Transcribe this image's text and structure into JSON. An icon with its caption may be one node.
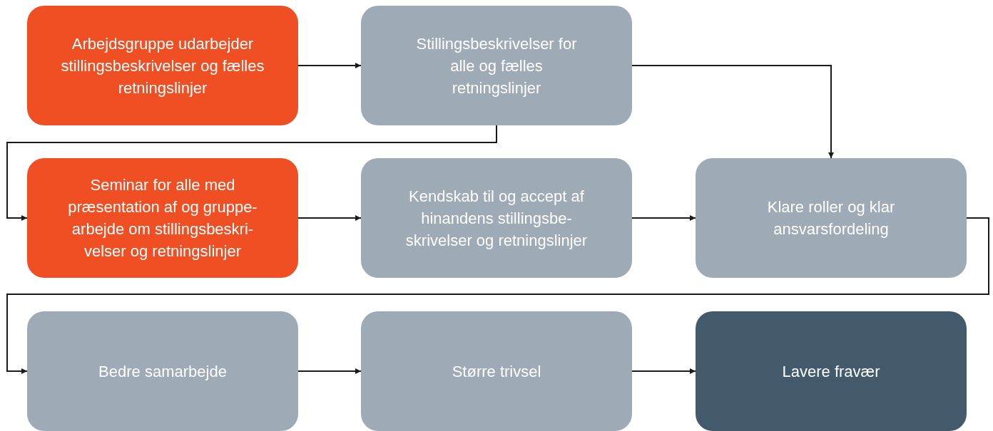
{
  "diagram": {
    "nodes": [
      {
        "text": [
          "Arbejdsgruppe udarbejder stillingsbeskrivelser og fælles retningslinjer"
        ]
      },
      {
        "text": [
          "Stillingsbeskrivelser for alle og fælles retningslinjer"
        ]
      },
      {
        "text": [
          "Seminar for alle med præsentation af og gruppe- arbejde om stillingsbeskri- velser og retningslinjer"
        ]
      },
      {
        "text": [
          "Kendskab til og accept af hinandens stillingsbe- skrivelser og retningslinjer"
        ]
      },
      {
        "text": [
          "Klare roller og klar ansvarsfordeling"
        ]
      },
      {
        "text": [
          "Bedre samarbejde"
        ]
      },
      {
        "text": [
          "Større trivsel"
        ]
      },
      {
        "text": [
          "Lavere fravær"
        ]
      }
    ],
    "edges": [
      {
        "from": 0,
        "to": 1,
        "arrow": "to"
      },
      {
        "from": 1,
        "to": 4,
        "arrow": "to"
      },
      {
        "from": 1,
        "to": 2,
        "arrow": "to"
      },
      {
        "from": 2,
        "to": 3,
        "arrow": "to"
      },
      {
        "from": 3,
        "to": 4,
        "arrow": "to"
      },
      {
        "from": 4,
        "to": 5,
        "arrow": "to"
      },
      {
        "from": 5,
        "to": 6,
        "arrow": "to"
      },
      {
        "from": 6,
        "to": 7,
        "arrow": "to"
      }
    ]
  }
}
